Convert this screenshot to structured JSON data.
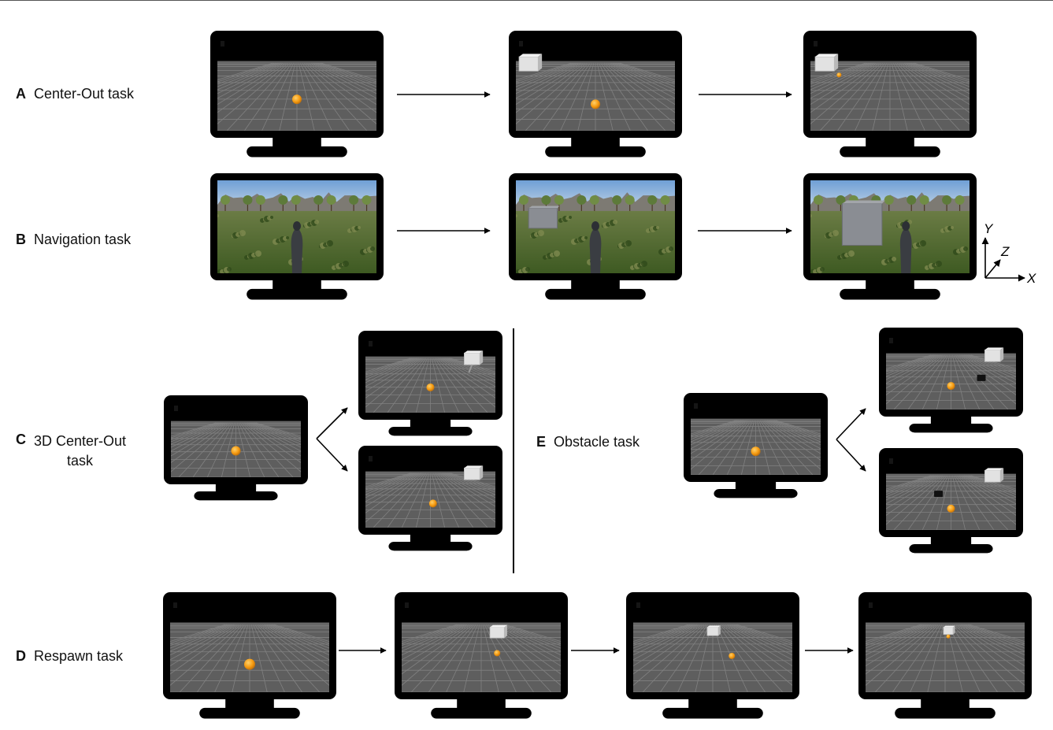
{
  "panels": {
    "A": {
      "letter": "A",
      "title": "Center-Out task"
    },
    "B": {
      "letter": "B",
      "title": "Navigation task"
    },
    "C": {
      "letter": "C",
      "title_line1": "3D Center-Out",
      "title_line2": "task"
    },
    "D": {
      "letter": "D",
      "title": "Respawn task"
    },
    "E": {
      "letter": "E",
      "title": "Obstacle task"
    }
  },
  "axes": {
    "y": "Y",
    "z": "Z",
    "x": "X"
  },
  "colors": {
    "monitor": "#000000",
    "floor": "#5e5e5e",
    "sky_gray": "#686868",
    "ball": "#f59a10",
    "cube": "#d7d7d7",
    "grass": "#4f6b2e",
    "sky": "#8fb4dc"
  }
}
